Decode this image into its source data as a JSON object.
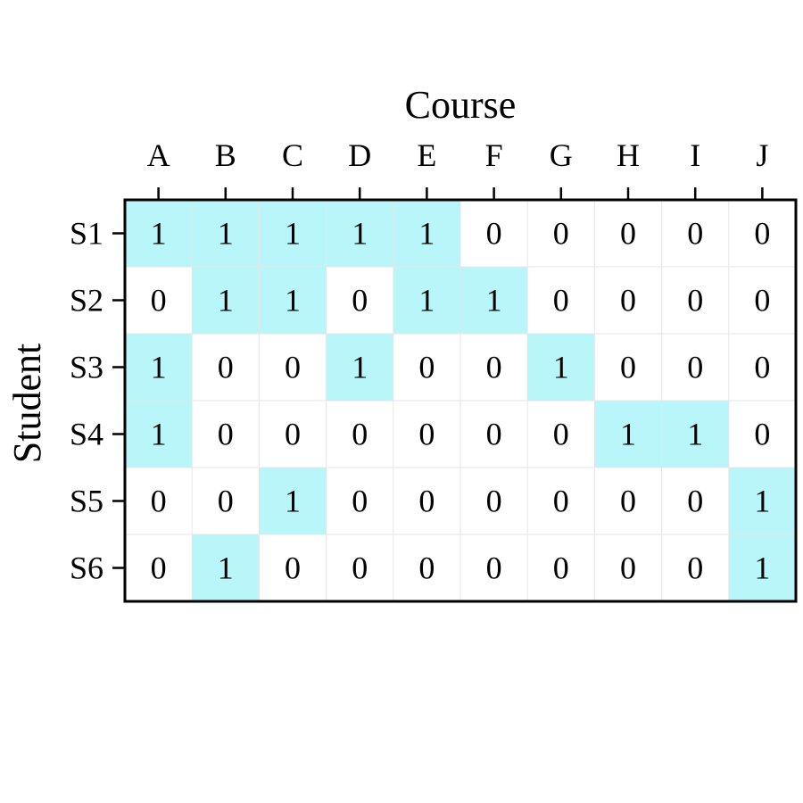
{
  "chart_data": {
    "type": "heatmap",
    "xlabel": "Course",
    "ylabel": "Student",
    "x_categories": [
      "A",
      "B",
      "C",
      "D",
      "E",
      "F",
      "G",
      "H",
      "I",
      "J"
    ],
    "y_categories": [
      "S1",
      "S2",
      "S3",
      "S4",
      "S5",
      "S6"
    ],
    "values": [
      [
        1,
        1,
        1,
        1,
        1,
        0,
        0,
        0,
        0,
        0
      ],
      [
        0,
        1,
        1,
        0,
        1,
        1,
        0,
        0,
        0,
        0
      ],
      [
        1,
        0,
        0,
        1,
        0,
        0,
        1,
        0,
        0,
        0
      ],
      [
        1,
        0,
        0,
        0,
        0,
        0,
        0,
        1,
        1,
        0
      ],
      [
        0,
        0,
        1,
        0,
        0,
        0,
        0,
        0,
        0,
        1
      ],
      [
        0,
        1,
        0,
        0,
        0,
        0,
        0,
        0,
        0,
        1
      ]
    ],
    "x_axis_position": "top",
    "colors": {
      "filled": "#b8f6fa",
      "empty": "#ffffff",
      "grid": "#e6e6e6",
      "frame": "#000000"
    }
  }
}
